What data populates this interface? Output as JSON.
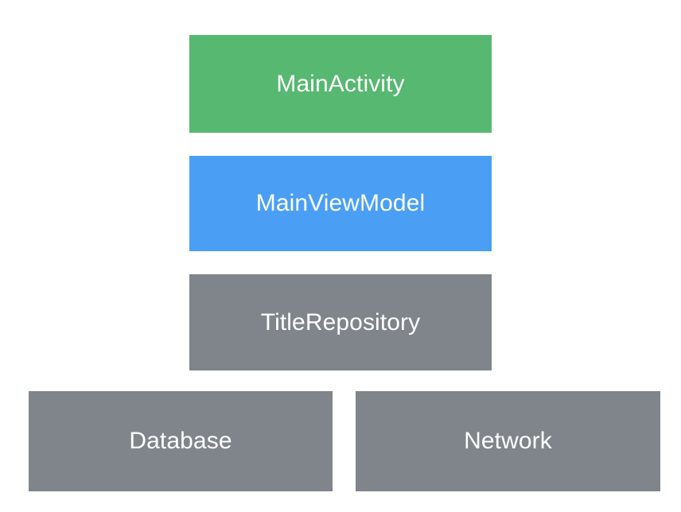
{
  "diagram": {
    "type": "layered-architecture-diagram",
    "background_color": "#ffffff",
    "text_color": "#ffffff",
    "boxes": [
      {
        "id": "main-activity",
        "label": "MainActivity",
        "color": "#57b871",
        "layer": "ui",
        "row": 1
      },
      {
        "id": "main-view-model",
        "label": "MainViewModel",
        "color": "#4a9ff5",
        "layer": "viewmodel",
        "row": 2
      },
      {
        "id": "title-repository",
        "label": "TitleRepository",
        "color": "#7f858a",
        "layer": "repository",
        "row": 3
      },
      {
        "id": "database",
        "label": "Database",
        "color": "#7f858a",
        "layer": "data-source",
        "row": 4
      },
      {
        "id": "network",
        "label": "Network",
        "color": "#7f858a",
        "layer": "data-source",
        "row": 4
      }
    ]
  }
}
